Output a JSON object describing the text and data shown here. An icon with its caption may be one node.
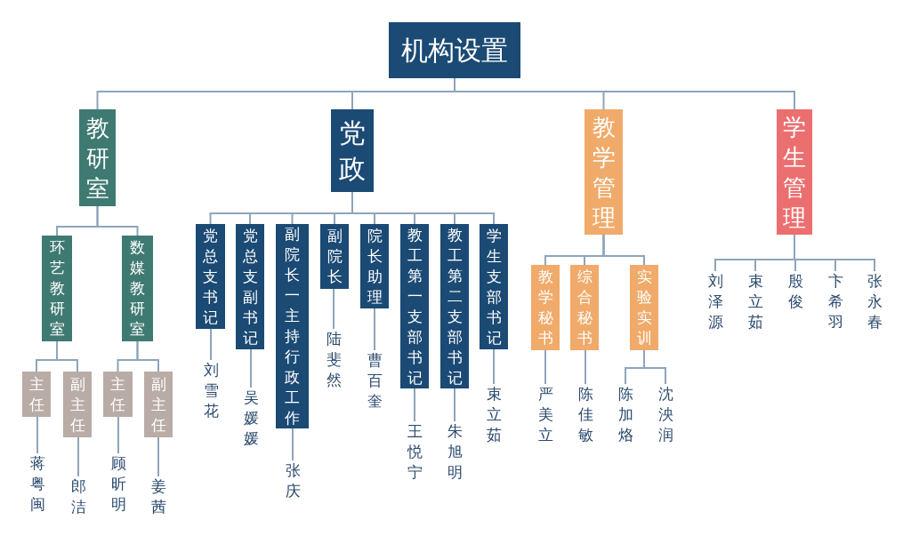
{
  "diagram": {
    "nodes": [
      {
        "text": [
          "机构设置"
        ]
      },
      {
        "text": [
          "教研室"
        ]
      },
      {
        "text": [
          "党政"
        ]
      },
      {
        "text": [
          "教学管理"
        ]
      },
      {
        "text": [
          "学生管理"
        ]
      },
      {
        "text": [
          "环艺教研室"
        ]
      },
      {
        "text": [
          "数媒教研室"
        ]
      },
      {
        "text": [
          "主任"
        ]
      },
      {
        "text": [
          "副主任"
        ]
      },
      {
        "text": [
          "主任"
        ]
      },
      {
        "text": [
          "副主任"
        ]
      },
      {
        "text": [
          "蒋粤闽"
        ]
      },
      {
        "text": [
          "郎洁"
        ]
      },
      {
        "text": [
          "顾昕明"
        ]
      },
      {
        "text": [
          "姜茜"
        ]
      },
      {
        "text": [
          "党总支书记"
        ]
      },
      {
        "text": [
          "党总支副书记"
        ]
      },
      {
        "text": [
          "副院长一主持行政工作"
        ]
      },
      {
        "text": [
          "副院长"
        ]
      },
      {
        "text": [
          "院长助理"
        ]
      },
      {
        "text": [
          "教工第一支部书记"
        ]
      },
      {
        "text": [
          "教工第二支部书记"
        ]
      },
      {
        "text": [
          "学生支部书记"
        ]
      },
      {
        "text": [
          "刘雪花"
        ]
      },
      {
        "text": [
          "吴媛媛"
        ]
      },
      {
        "text": [
          "张庆"
        ]
      },
      {
        "text": [
          "陆斐然"
        ]
      },
      {
        "text": [
          "曹百奎"
        ]
      },
      {
        "text": [
          "王悦宁"
        ]
      },
      {
        "text": [
          "朱旭明"
        ]
      },
      {
        "text": [
          "束立茹"
        ]
      },
      {
        "text": [
          "教学秘书"
        ]
      },
      {
        "text": [
          "综合秘书"
        ]
      },
      {
        "text": [
          "实验实训"
        ]
      },
      {
        "text": [
          "严美立"
        ]
      },
      {
        "text": [
          "陈佳敏"
        ]
      },
      {
        "text": [
          "陈加烙"
        ]
      },
      {
        "text": [
          "沈泱润"
        ]
      },
      {
        "text": [
          "刘泽源"
        ]
      },
      {
        "text": [
          "束立茹"
        ]
      },
      {
        "text": [
          "殷俊"
        ]
      },
      {
        "text": [
          "卞希羽"
        ]
      },
      {
        "text": [
          "张永春"
        ]
      }
    ],
    "edges": [
      {
        "from": 0,
        "to": 1,
        "arrow": "none"
      },
      {
        "from": 0,
        "to": 2,
        "arrow": "none"
      },
      {
        "from": 0,
        "to": 3,
        "arrow": "none"
      },
      {
        "from": 0,
        "to": 4,
        "arrow": "none"
      },
      {
        "from": 1,
        "to": 5,
        "arrow": "none"
      },
      {
        "from": 1,
        "to": 6,
        "arrow": "none"
      },
      {
        "from": 5,
        "to": 7,
        "arrow": "none"
      },
      {
        "from": 5,
        "to": 8,
        "arrow": "none"
      },
      {
        "from": 6,
        "to": 9,
        "arrow": "none"
      },
      {
        "from": 6,
        "to": 10,
        "arrow": "none"
      },
      {
        "from": 7,
        "to": 11,
        "arrow": "none"
      },
      {
        "from": 8,
        "to": 12,
        "arrow": "none"
      },
      {
        "from": 9,
        "to": 13,
        "arrow": "none"
      },
      {
        "from": 10,
        "to": 14,
        "arrow": "none"
      },
      {
        "from": 2,
        "to": 15,
        "arrow": "none"
      },
      {
        "from": 2,
        "to": 16,
        "arrow": "none"
      },
      {
        "from": 2,
        "to": 17,
        "arrow": "none"
      },
      {
        "from": 2,
        "to": 18,
        "arrow": "none"
      },
      {
        "from": 2,
        "to": 19,
        "arrow": "none"
      },
      {
        "from": 2,
        "to": 20,
        "arrow": "none"
      },
      {
        "from": 2,
        "to": 21,
        "arrow": "none"
      },
      {
        "from": 2,
        "to": 22,
        "arrow": "none"
      },
      {
        "from": 15,
        "to": 23,
        "arrow": "none"
      },
      {
        "from": 16,
        "to": 24,
        "arrow": "none"
      },
      {
        "from": 17,
        "to": 25,
        "arrow": "none"
      },
      {
        "from": 18,
        "to": 26,
        "arrow": "none"
      },
      {
        "from": 19,
        "to": 27,
        "arrow": "none"
      },
      {
        "from": 20,
        "to": 28,
        "arrow": "none"
      },
      {
        "from": 21,
        "to": 29,
        "arrow": "none"
      },
      {
        "from": 22,
        "to": 30,
        "arrow": "none"
      },
      {
        "from": 3,
        "to": 31,
        "arrow": "none"
      },
      {
        "from": 3,
        "to": 32,
        "arrow": "none"
      },
      {
        "from": 3,
        "to": 33,
        "arrow": "none"
      },
      {
        "from": 31,
        "to": 34,
        "arrow": "none"
      },
      {
        "from": 32,
        "to": 35,
        "arrow": "none"
      },
      {
        "from": 33,
        "to": 36,
        "arrow": "none"
      },
      {
        "from": 33,
        "to": 37,
        "arrow": "none"
      },
      {
        "from": 4,
        "to": 38,
        "arrow": "none"
      },
      {
        "from": 4,
        "to": 39,
        "arrow": "none"
      },
      {
        "from": 4,
        "to": 40,
        "arrow": "none"
      },
      {
        "from": 4,
        "to": 41,
        "arrow": "none"
      },
      {
        "from": 4,
        "to": 42,
        "arrow": "none"
      }
    ]
  }
}
